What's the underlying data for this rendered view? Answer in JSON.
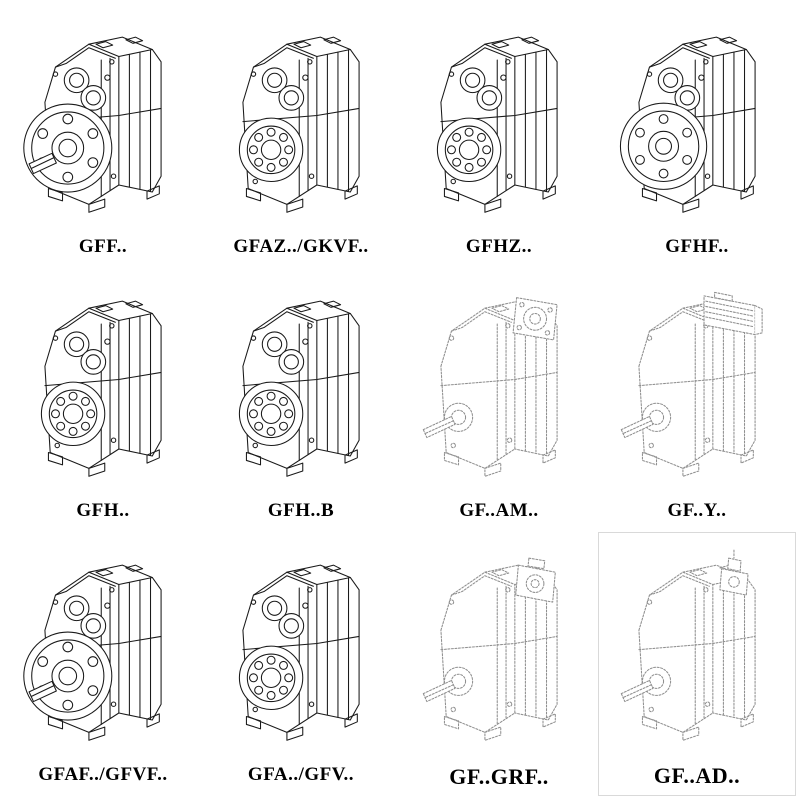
{
  "colors": {
    "background": "#ffffff",
    "line": "#1a1a1a",
    "dotted_line": "#8f8f8f"
  },
  "cells": [
    {
      "label": "GFF..",
      "variant": "flange-with-solid-shaft-gearbox",
      "line_style": "solid"
    },
    {
      "label": "GFAZ../GKVF..",
      "variant": "hollow-bore-bearing-gearbox",
      "line_style": "solid"
    },
    {
      "label": "GFHZ..",
      "variant": "hollow-bore-bearing-gearbox",
      "line_style": "solid"
    },
    {
      "label": "GFHF..",
      "variant": "flange-hollow-bore-gearbox",
      "line_style": "solid"
    },
    {
      "label": "GFH..",
      "variant": "hollow-bore-bearing-gearbox",
      "line_style": "solid"
    },
    {
      "label": "GFH..B",
      "variant": "hollow-bore-bearing-gearbox",
      "line_style": "solid"
    },
    {
      "label": "GF..AM..",
      "variant": "shaft-gearbox-square-input-flange",
      "line_style": "dotted"
    },
    {
      "label": "GF..Y..",
      "variant": "shaft-gearbox-with-motor",
      "line_style": "dotted"
    },
    {
      "label": "GFAF../GFVF..",
      "variant": "flange-with-solid-shaft-gearbox",
      "line_style": "solid"
    },
    {
      "label": "GFA../GFV..",
      "variant": "hollow-bore-bearing-gearbox",
      "line_style": "solid"
    },
    {
      "label": "GF..GRF..",
      "variant": "shaft-gearbox-gear-attachment",
      "line_style": "dotted"
    },
    {
      "label": "GF..AD..",
      "variant": "shaft-gearbox-input-adapter",
      "line_style": "dotted"
    }
  ]
}
